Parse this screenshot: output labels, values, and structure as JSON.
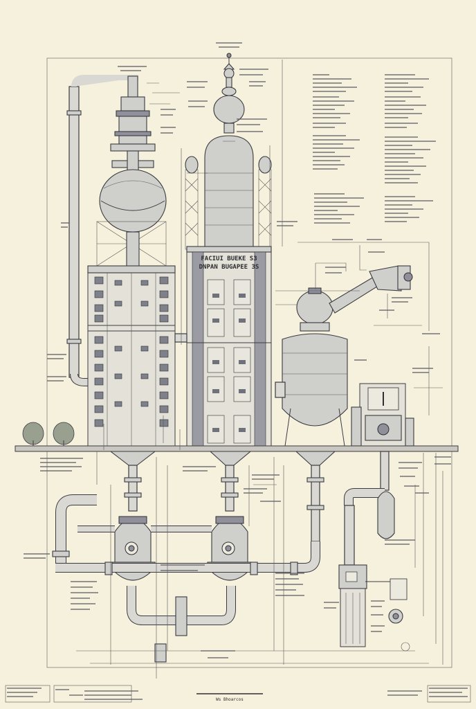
{
  "drawing": {
    "panel_label_line1": "FACIUI BUEKE S3",
    "panel_label_line2": "DNPAN BUGAPEE 3S",
    "footer_caption": "Ws Bhoarcos"
  },
  "colors": {
    "paper": "#f6f1dc",
    "ink": "#3a3a40",
    "metal": "#cfcfcc",
    "shade": "#8f9099"
  }
}
